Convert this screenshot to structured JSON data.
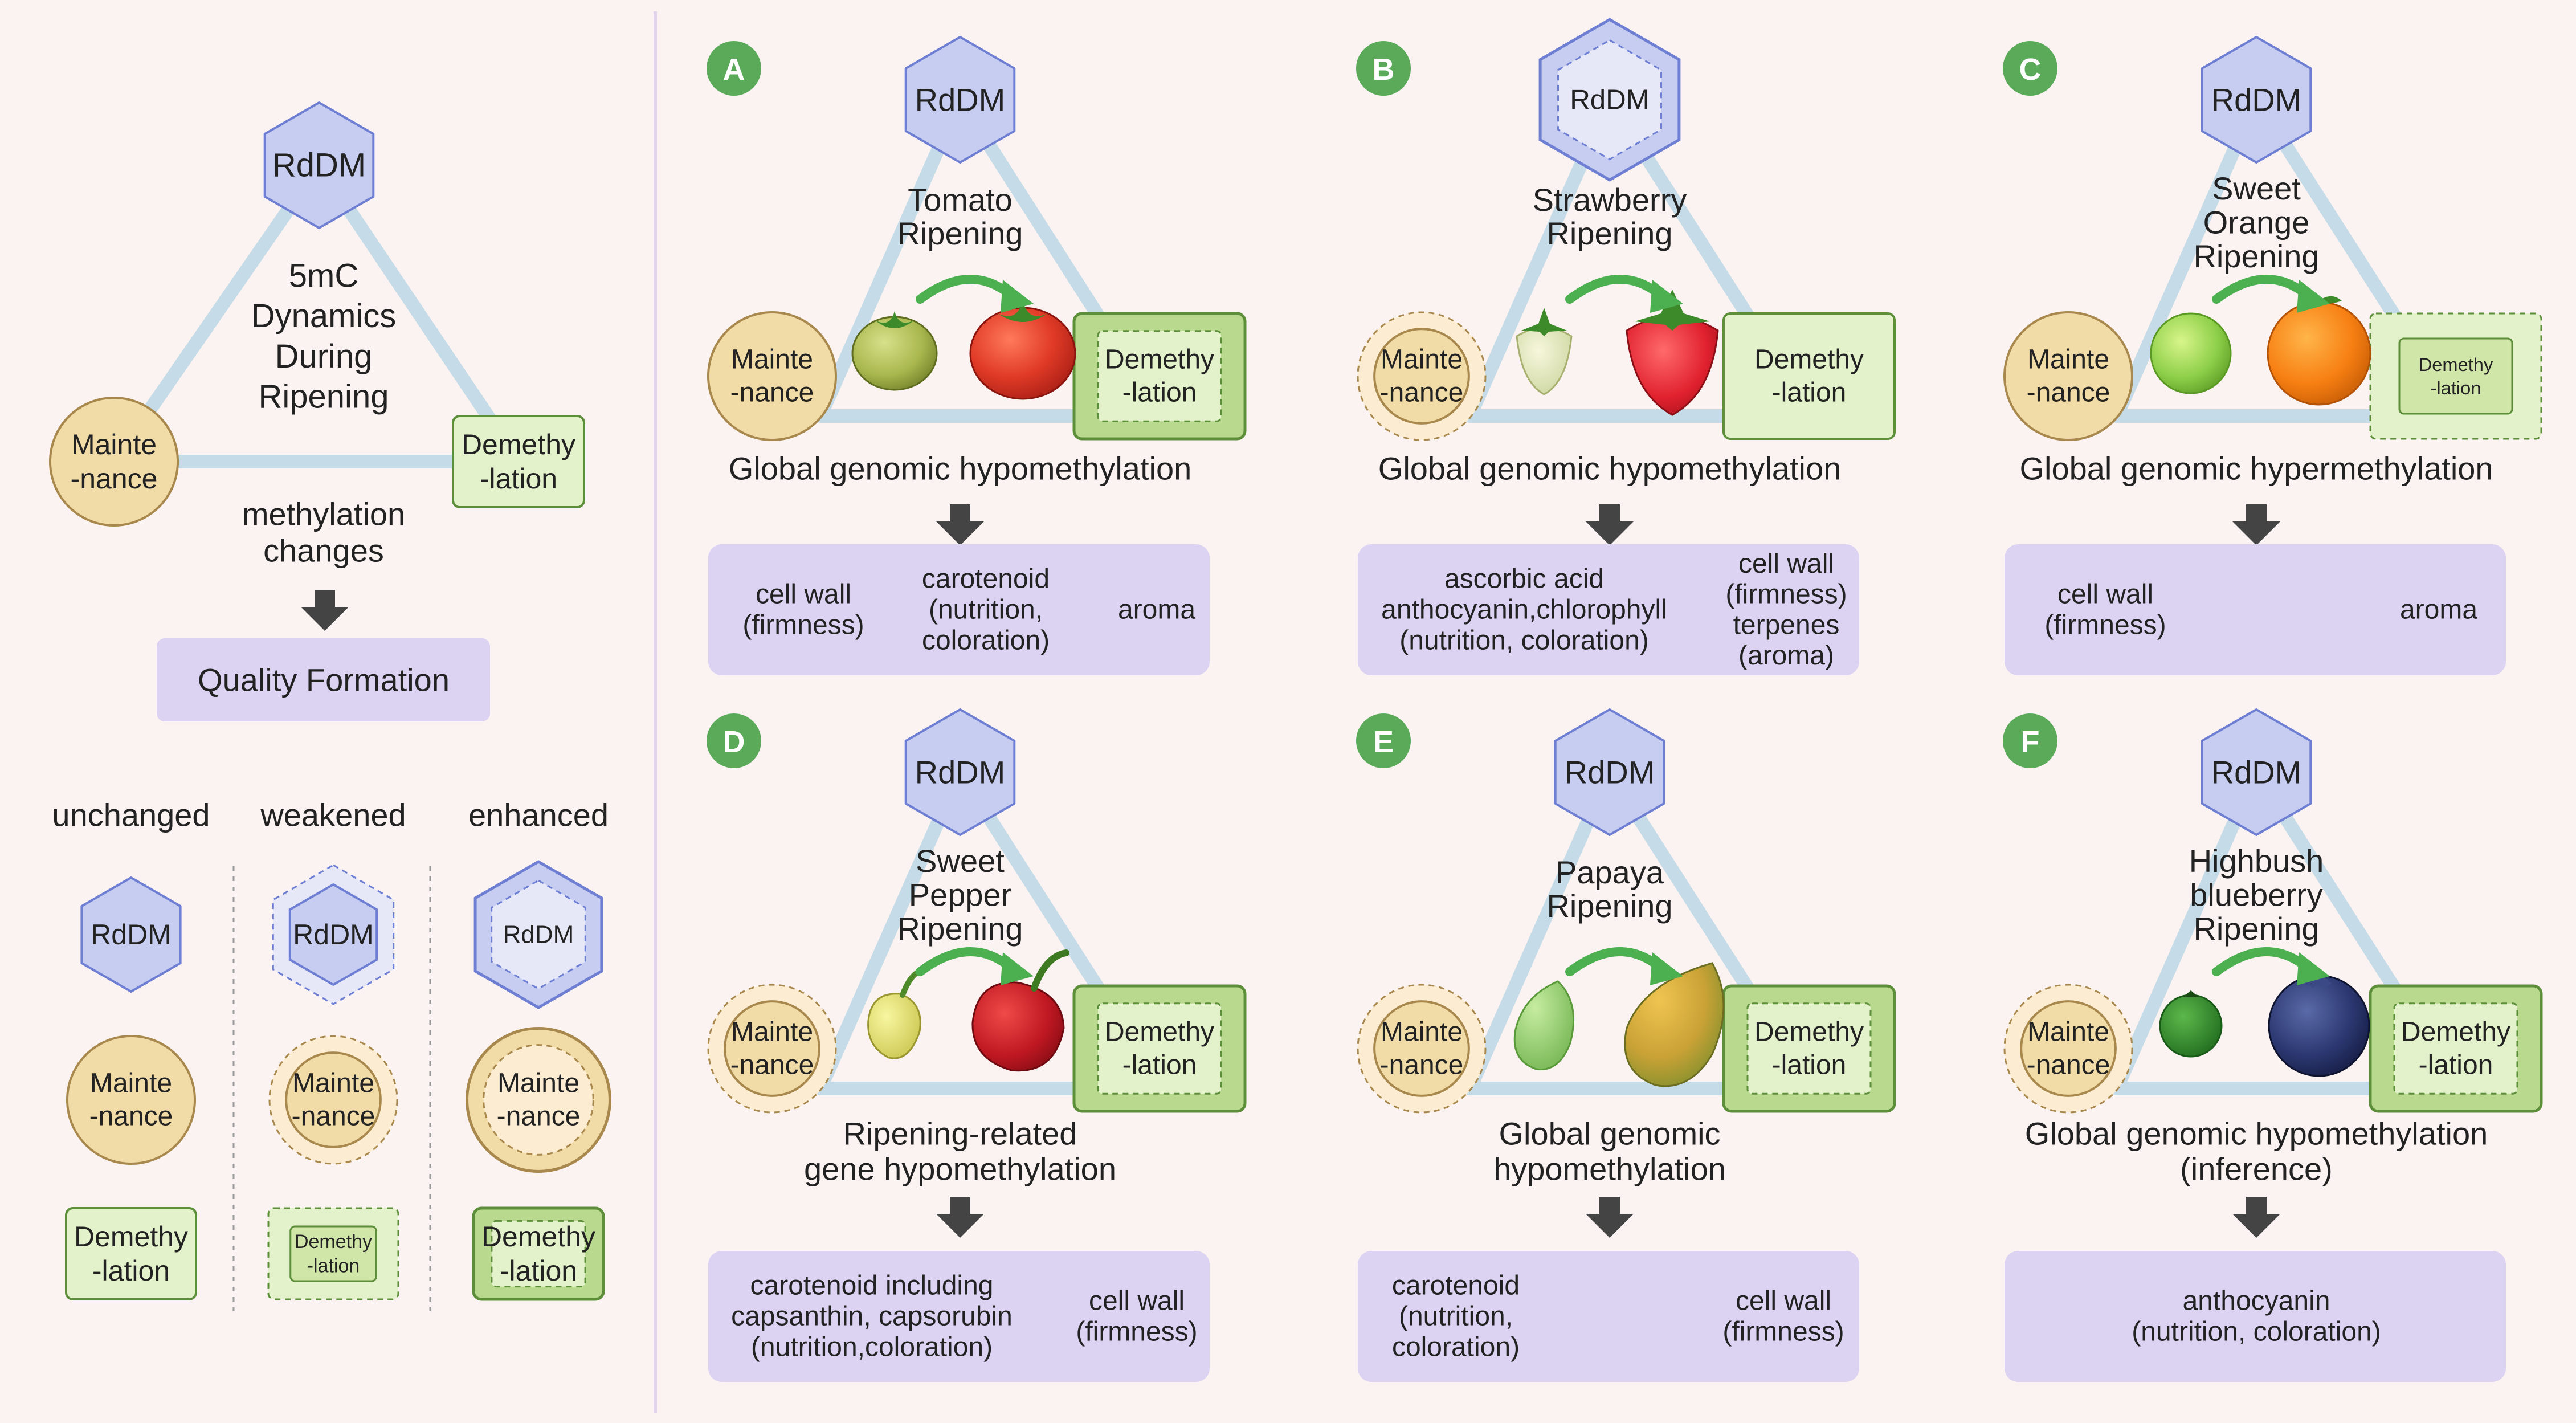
{
  "overview": {
    "center_lines": [
      "5mC",
      "Dynamics",
      "During",
      "Ripening"
    ],
    "rddm": "RdDM",
    "maintenance_lines": [
      "Mainte",
      "-nance"
    ],
    "demethylation_lines": [
      "Demethy",
      "-lation"
    ],
    "changes_lines": [
      "methylation",
      "changes"
    ],
    "quality": "Quality Formation"
  },
  "legend": {
    "columns": [
      "unchanged",
      "weakened",
      "enhanced"
    ],
    "rddm": "RdDM",
    "maintenance_lines": [
      "Mainte",
      "-nance"
    ],
    "demethylation_lines": [
      "Demethy",
      "-lation"
    ]
  },
  "panels": [
    {
      "letter": "A",
      "fruit": "tomato",
      "title_lines": [
        "Tomato",
        "Ripening"
      ],
      "rddm_state": "unchanged",
      "maint_state": "unchanged",
      "demeth_state": "enhanced",
      "result_lines": [
        "Global genomic hypomethylation"
      ],
      "box_items": [
        [
          "cell wall",
          "(firmness)"
        ],
        [
          "carotenoid",
          "(nutrition,",
          "coloration)"
        ],
        [
          "aroma"
        ]
      ]
    },
    {
      "letter": "B",
      "fruit": "strawberry",
      "title_lines": [
        "Strawberry",
        "Ripening"
      ],
      "rddm_state": "enhanced",
      "maint_state": "weakened",
      "demeth_state": "unchanged",
      "result_lines": [
        "Global genomic hypomethylation"
      ],
      "box_items": [
        [
          "ascorbic acid",
          "anthocyanin,chlorophyll",
          "(nutrition, coloration)"
        ],
        [
          "cell wall",
          "(firmness)",
          "terpenes",
          "(aroma)"
        ]
      ]
    },
    {
      "letter": "C",
      "fruit": "orange",
      "title_lines": [
        "Sweet",
        "Orange",
        "Ripening"
      ],
      "rddm_state": "unchanged",
      "maint_state": "unchanged",
      "demeth_state": "weakened",
      "result_lines": [
        "Global genomic hypermethylation"
      ],
      "box_items": [
        [
          "cell wall",
          "(firmness)"
        ],
        [
          "aroma"
        ]
      ]
    },
    {
      "letter": "D",
      "fruit": "pepper",
      "title_lines": [
        "Sweet",
        "Pepper",
        "Ripening"
      ],
      "rddm_state": "unchanged",
      "maint_state": "weakened",
      "demeth_state": "enhanced",
      "result_lines": [
        "Ripening-related",
        "gene hypomethylation"
      ],
      "box_items": [
        [
          "carotenoid including",
          "capsanthin, capsorubin",
          "(nutrition,coloration)"
        ],
        [
          "cell wall",
          "(firmness)"
        ]
      ]
    },
    {
      "letter": "E",
      "fruit": "papaya",
      "title_lines": [
        "Papaya",
        "Ripening"
      ],
      "rddm_state": "unchanged",
      "maint_state": "weakened",
      "demeth_state": "enhanced",
      "result_lines": [
        "Global genomic",
        "hypomethylation"
      ],
      "box_items": [
        [
          "carotenoid",
          "(nutrition,",
          "coloration)"
        ],
        [
          "cell wall",
          "(firmness)"
        ]
      ]
    },
    {
      "letter": "F",
      "fruit": "blueberry",
      "title_lines": [
        "Highbush",
        "blueberry",
        "Ripening"
      ],
      "rddm_state": "unchanged",
      "maint_state": "weakened",
      "demeth_state": "enhanced",
      "result_lines": [
        "Global genomic hypomethylation",
        "(inference)"
      ],
      "box_items": [
        [
          "anthocyanin",
          "(nutrition, coloration)"
        ]
      ]
    }
  ],
  "colors": {
    "background": "#fbf3f1",
    "triangle": "#c5dce8",
    "rddm_fill": "#c6cdf1",
    "rddm_stroke": "#6e7fd3",
    "maint_fill": "#f1dca8",
    "maint_stroke": "#a8884c",
    "demeth_fill": "#e3f2cb",
    "demeth_enhanced_fill": "#b9d98f",
    "demeth_stroke": "#5d8f3a",
    "box_fill": "#dcd3f3",
    "badge": "#5aaa5a",
    "arrow_green": "#4caf50",
    "down_arrow": "#444444"
  }
}
